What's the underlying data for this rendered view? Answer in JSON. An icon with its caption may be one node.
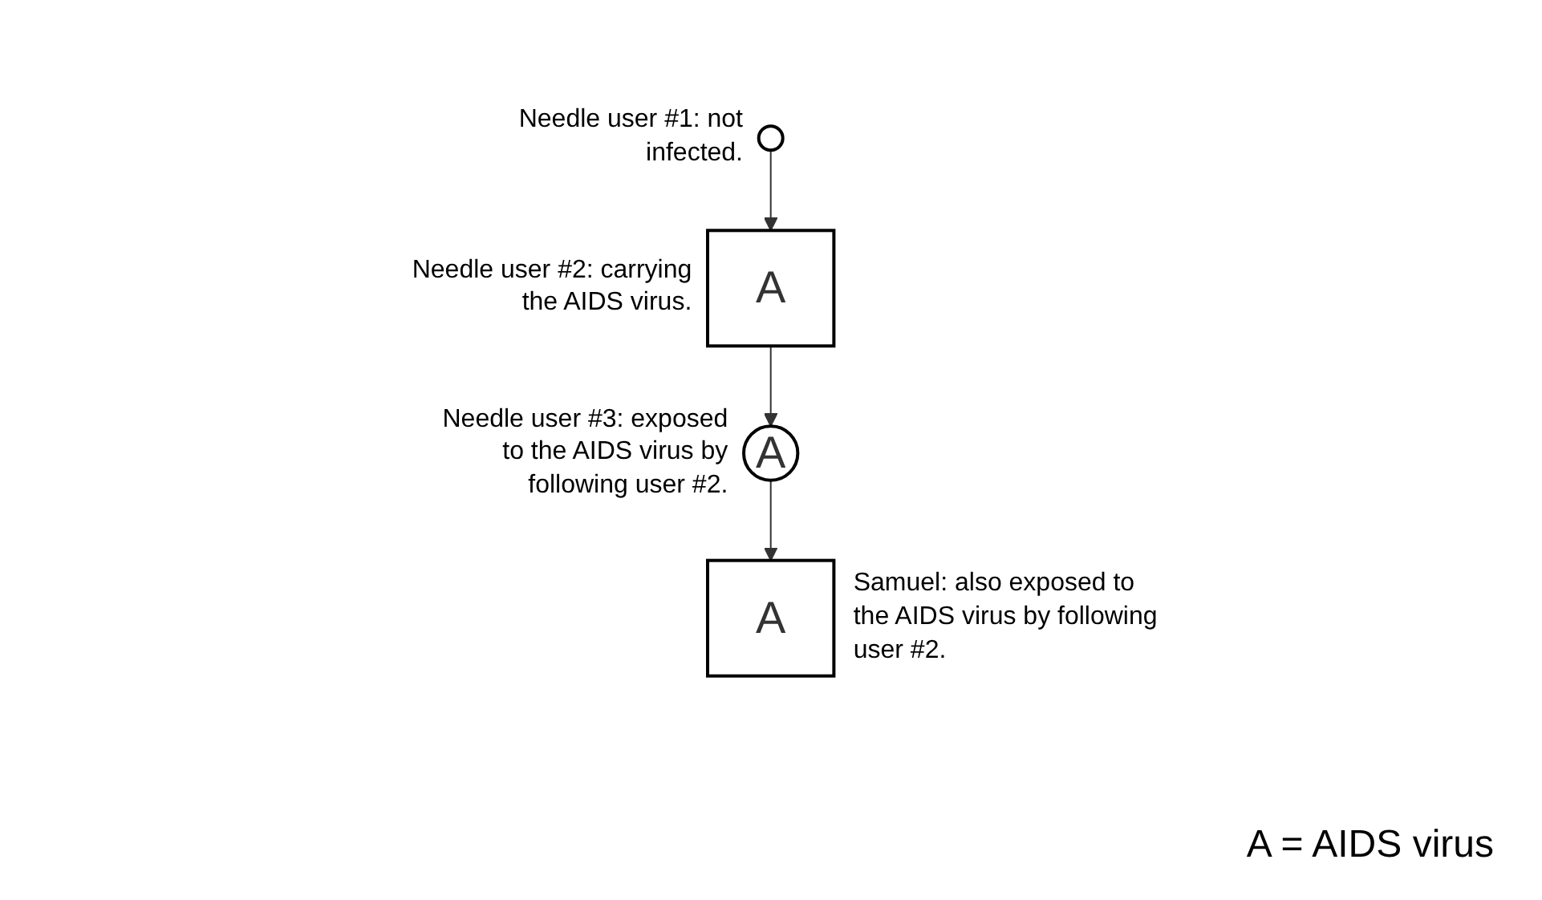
{
  "diagram": {
    "nodes": [
      {
        "text": [],
        "shape": "circle",
        "beside": [
          "Needle user #1: not infected."
        ]
      },
      {
        "text": [
          "A"
        ],
        "beside": [
          "Needle user #2: carrying the AIDS virus."
        ]
      },
      {
        "text": [
          "A"
        ],
        "beside": [
          "Needle user #3: exposed to the AIDS virus by following user #2."
        ]
      },
      {
        "text": [
          "A"
        ],
        "beside": [
          "Samuel: also exposed to the AIDS virus by following user #2."
        ]
      }
    ],
    "edges": [
      {
        "from": 0,
        "to": 1,
        "arrow": "to"
      },
      {
        "from": 1,
        "to": 2,
        "arrow": "to"
      },
      {
        "from": 2,
        "to": 3,
        "arrow": "to"
      }
    ],
    "labels": [
      "A = AIDS virus"
    ]
  }
}
